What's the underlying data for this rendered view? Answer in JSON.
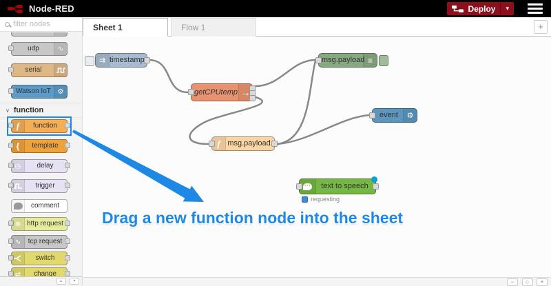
{
  "header": {
    "app_title": "Node-RED",
    "deploy_label": "Deploy",
    "deploy_bg": "#8C101C",
    "bg": "#000000"
  },
  "palette": {
    "filter_placeholder": "filter nodes",
    "section_label": "function",
    "items": [
      {
        "label": "udp",
        "color": "#C7C7C7"
      },
      {
        "label": "serial",
        "color": "#DEB887"
      },
      {
        "label": "Watson IoT",
        "color": "#5C9BC7"
      },
      {
        "label": "function",
        "color": "#F5AE56"
      },
      {
        "label": "template",
        "color": "#EDA23C"
      },
      {
        "label": "delay",
        "color": "#E6E1F3"
      },
      {
        "label": "trigger",
        "color": "#E6E1F3"
      },
      {
        "label": "comment",
        "color": "#FFFFFF"
      },
      {
        "label": "http request",
        "color": "#E8EB9D"
      },
      {
        "label": "tcp request",
        "color": "#C7C7C7"
      },
      {
        "label": "switch",
        "color": "#E2D96E"
      },
      {
        "label": "change",
        "color": "#E2D96E"
      }
    ],
    "scroll_up": "▴",
    "scroll_down": "▾"
  },
  "tabs": {
    "items": [
      {
        "label": "Sheet 1"
      },
      {
        "label": "Flow 1"
      }
    ],
    "add_label": "+"
  },
  "canvas": {
    "nodes": [
      {
        "label": "timestamp",
        "color": "#A6BBCF"
      },
      {
        "label": "getCPUtemp",
        "color": "#E8936F"
      },
      {
        "label": "msg.payload",
        "color": "#87A980"
      },
      {
        "label": "event",
        "color": "#5C96BE"
      },
      {
        "label": "msg.payload",
        "color": "#FCD5A5"
      },
      {
        "label": "text to speech",
        "color": "#76B643",
        "status": "requesting",
        "status_color": "#3D8BD4",
        "changed_color": "#00A2D8"
      }
    ],
    "annotation": {
      "text": "Drag a new function node into the sheet",
      "color": "#1E88E5"
    },
    "wire_color": "#888888",
    "highlight_color": "#1E88E5"
  },
  "footer": {
    "zoom_out": "−",
    "zoom_reset": "○",
    "zoom_in": "+"
  },
  "icons": {
    "chevron_down": "∨",
    "caret_down": "▾",
    "inject": "⇉",
    "exec": "→",
    "debug_list": "≡",
    "gear": "⚙",
    "globe": "⊕",
    "swap": "⇄",
    "clock": "◷",
    "brace": "{",
    "function_f": "f",
    "signal": "∿",
    "dots": "···"
  }
}
